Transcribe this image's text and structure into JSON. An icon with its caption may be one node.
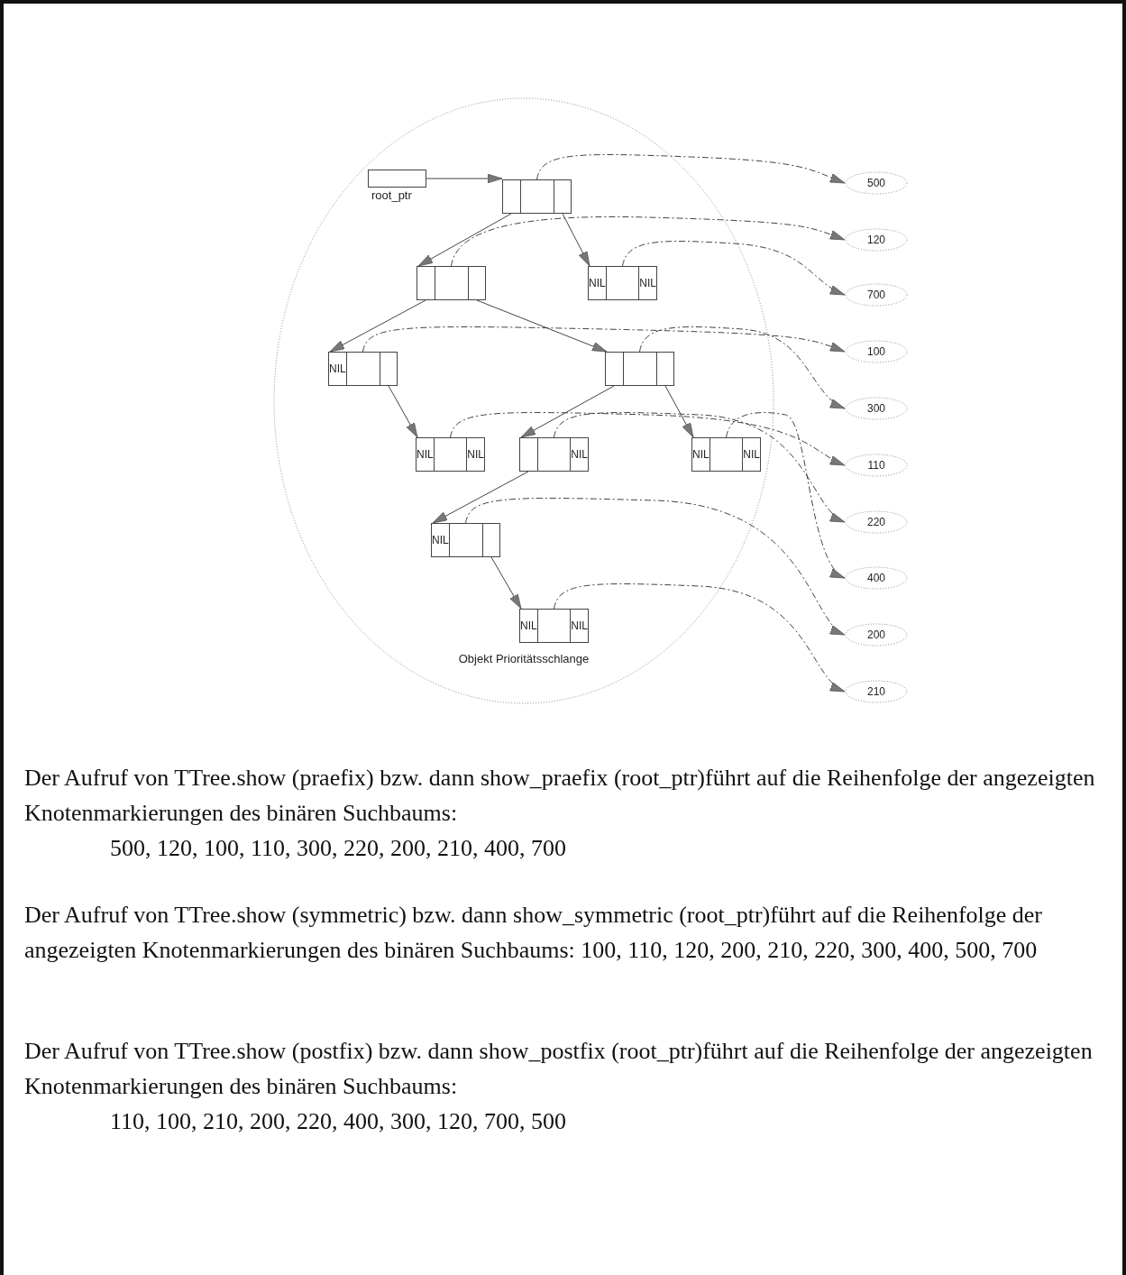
{
  "diagram": {
    "nodes": [
      {
        "text": [
          "Objekt Prioritätsschlange"
        ]
      },
      {
        "text": [
          "root_ptr"
        ],
        "in": 0
      },
      {
        "text": [],
        "shape": "box",
        "in": 0
      },
      {
        "text": [],
        "shape": "box",
        "in": 0
      },
      {
        "text": [
          "NIL",
          "NIL"
        ],
        "in": 0
      },
      {
        "text": [
          "NIL"
        ],
        "in": 0
      },
      {
        "text": [],
        "shape": "box",
        "in": 0
      },
      {
        "text": [
          "NIL",
          "NIL"
        ],
        "in": 0
      },
      {
        "text": [
          "NIL"
        ],
        "in": 0
      },
      {
        "text": [
          "NIL",
          "NIL"
        ],
        "in": 0
      },
      {
        "text": [
          "NIL"
        ],
        "in": 0
      },
      {
        "text": [
          "NIL",
          "NIL"
        ],
        "in": 0
      },
      {
        "text": [
          "500"
        ]
      },
      {
        "text": [
          "120"
        ]
      },
      {
        "text": [
          "700"
        ]
      },
      {
        "text": [
          "100"
        ]
      },
      {
        "text": [
          "300"
        ]
      },
      {
        "text": [
          "110"
        ]
      },
      {
        "text": [
          "220"
        ]
      },
      {
        "text": [
          "400"
        ]
      },
      {
        "text": [
          "200"
        ]
      },
      {
        "text": [
          "210"
        ]
      }
    ],
    "edges": [
      {
        "from": 1,
        "to": 2,
        "arrow": "to"
      },
      {
        "from": 2,
        "to": 3,
        "arrow": "to"
      },
      {
        "from": 2,
        "to": 4,
        "arrow": "to"
      },
      {
        "from": 3,
        "to": 5,
        "arrow": "to"
      },
      {
        "from": 3,
        "to": 6,
        "arrow": "to"
      },
      {
        "from": 5,
        "to": 7,
        "arrow": "to"
      },
      {
        "from": 6,
        "to": 8,
        "arrow": "to"
      },
      {
        "from": 6,
        "to": 9,
        "arrow": "to"
      },
      {
        "from": 8,
        "to": 10,
        "arrow": "to"
      },
      {
        "from": 10,
        "to": 11,
        "arrow": "to"
      },
      {
        "from": 2,
        "to": 12,
        "arrow": "to",
        "style": "dashed"
      },
      {
        "from": 3,
        "to": 13,
        "arrow": "to",
        "style": "dashed"
      },
      {
        "from": 4,
        "to": 14,
        "arrow": "to",
        "style": "dashed"
      },
      {
        "from": 5,
        "to": 15,
        "arrow": "to",
        "style": "dashed"
      },
      {
        "from": 6,
        "to": 16,
        "arrow": "to",
        "style": "dashed"
      },
      {
        "from": 7,
        "to": 17,
        "arrow": "to",
        "style": "dashed"
      },
      {
        "from": 8,
        "to": 18,
        "arrow": "to",
        "style": "dashed"
      },
      {
        "from": 9,
        "to": 19,
        "arrow": "to",
        "style": "dashed"
      },
      {
        "from": 10,
        "to": 20,
        "arrow": "to",
        "style": "dashed"
      },
      {
        "from": 11,
        "to": 21,
        "arrow": "to",
        "style": "dashed"
      }
    ],
    "labels": [
      "Der Aufruf von TTree.show (praefix) bzw. dann show_praefix (root_ptr)führt auf die Reihenfolge der angezeigten Knotenmarkierungen des binären Suchbaums:",
      "500, 120, 100, 110, 300, 220, 200, 210, 400, 700",
      "Der Aufruf von TTree.show (symmetric) bzw. dann show_symmetric (root_ptr)führt auf die Reihenfolge der angezeigten Knotenmarkierungen des binären Suchbaums: 100, 110, 120, 200, 210, 220, 300, 400, 500, 700",
      "Der Aufruf von TTree.show (postfix) bzw. dann show_postfix (root_ptr)führt auf die Reihenfolge der angezeigten Knotenmarkierungen des binären Suchbaums:",
      "110, 100, 210, 200, 220, 400, 300, 120, 700, 500"
    ]
  }
}
